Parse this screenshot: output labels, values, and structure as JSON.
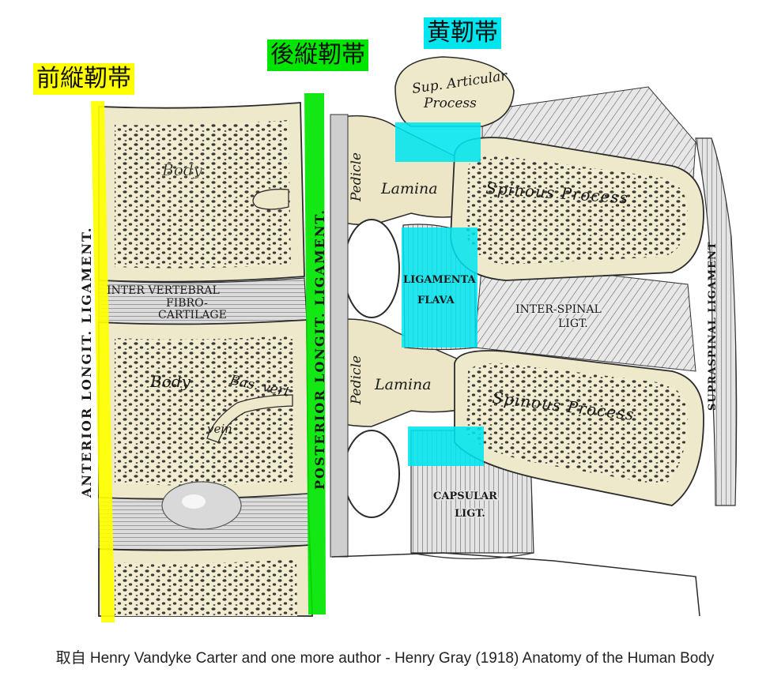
{
  "labels": {
    "anterior_ligament_zh": "前縦靭帯",
    "posterior_ligament_zh": "後縦靭帯",
    "ligamenta_flava_zh": "黄靭帯"
  },
  "anatomy": {
    "body_upper": "Body",
    "body_lower": "Body",
    "intervertebral_1": "INTER VERTEBRAL",
    "intervertebral_2": "FIBRO-",
    "intervertebral_3": "CARTILAGE",
    "bas_vert": "Bas. vert",
    "vein": "vein",
    "anterior_lig": "ANTERIOR  LONGIT.  LIGAMENT.",
    "posterior_lig": "POSTERIOR  LONGIT.  LIGAMENT.",
    "pedicle_upper": "Pedicle",
    "pedicle_lower": "Pedicle",
    "lamina_upper": "Lamina",
    "lamina_lower": "Lamina",
    "sup_articular_1": "Sup. Articular",
    "sup_articular_2": "Process",
    "ligamenta_1": "LIGAMENTA",
    "ligamenta_2": "FLAVA",
    "spinous_upper": "Spinous  Process",
    "spinous_lower": "Spinous  Process",
    "interspinal_1": "INTER-SPINAL",
    "interspinal_2": "LIGT.",
    "capsular_1": "CAPSULAR",
    "capsular_2": "LIGT.",
    "supraspinal": "SUPRASPINAL  LIGAMENT"
  },
  "colors": {
    "anterior_highlight": "#ffff00",
    "posterior_highlight": "#00e600",
    "flava_highlight": "#00e5ee",
    "bone": "#f2edd0",
    "outline": "#2b2b2b"
  },
  "caption": "取自 Henry Vandyke Carter and one more author - Henry Gray (1918) Anatomy of the Human Body"
}
